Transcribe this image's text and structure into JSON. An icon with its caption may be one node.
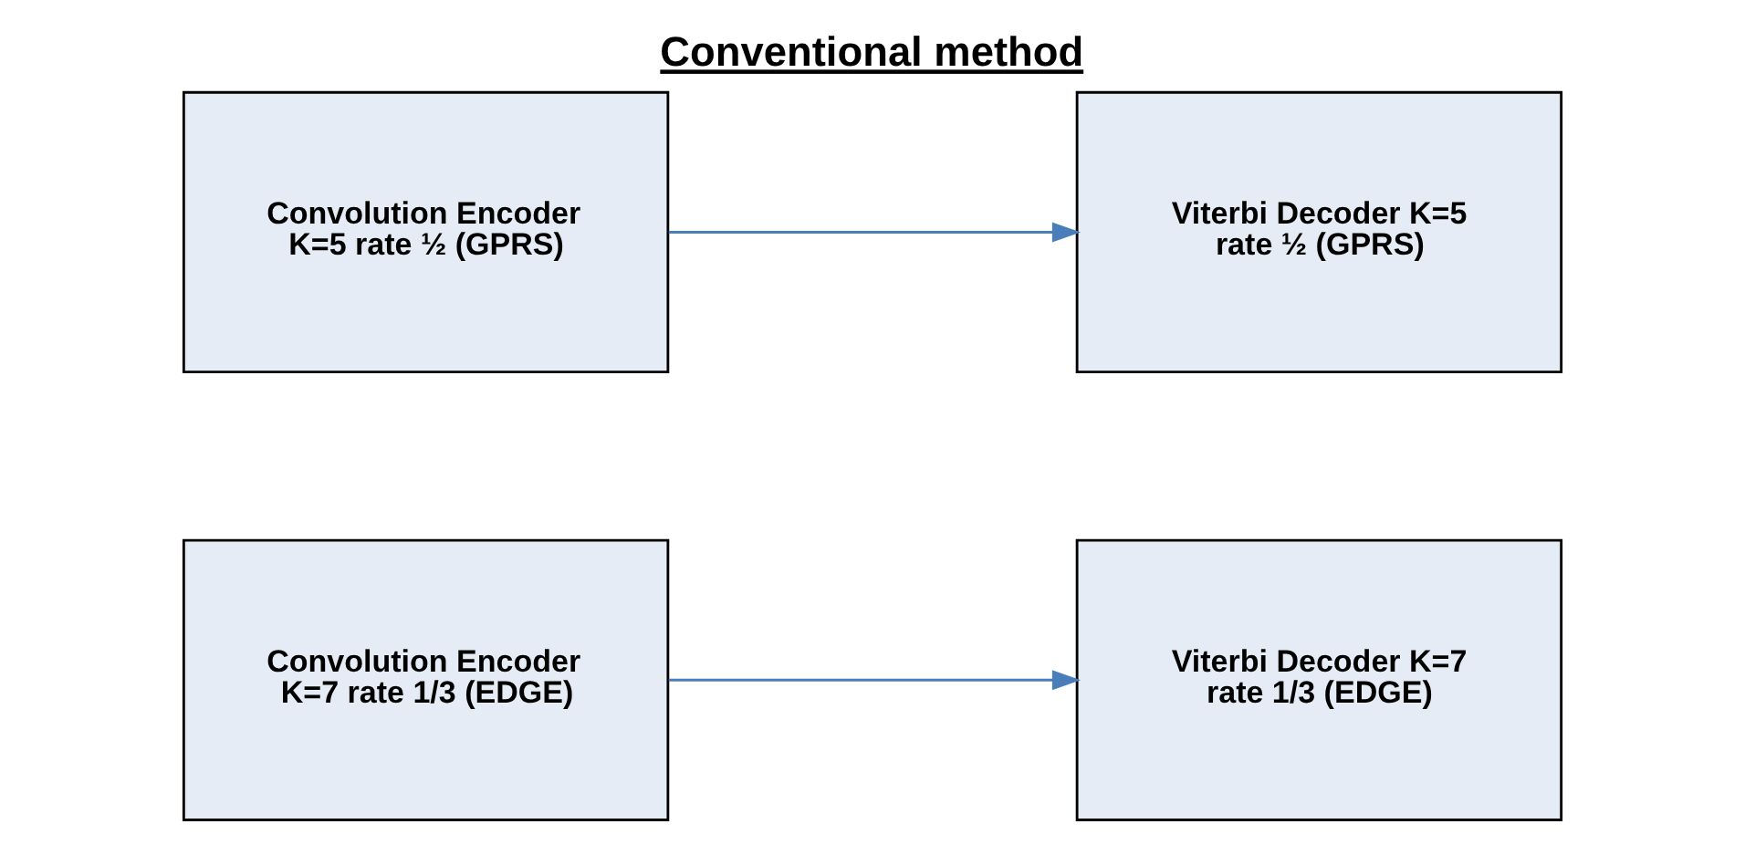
{
  "diagram": {
    "title": "Conventional method",
    "nodes": [
      {
        "text": [
          "Convolution Encoder K=7 rate 1/3 (EDGE)"
        ]
      },
      {
        "text": [
          "Viterbi Decoder K=7 rate 1/3 (EDGE)"
        ]
      },
      {
        "text": [
          "Convolution Encoder K=5 rate ½ (GPRS)"
        ]
      },
      {
        "text": [
          "Viterbi Decoder K=5 rate ½ (GPRS)"
        ]
      }
    ],
    "edges": [
      {
        "from": 0,
        "to": 1,
        "arrow": "to"
      },
      {
        "from": 2,
        "to": 3,
        "arrow": "to"
      }
    ]
  }
}
